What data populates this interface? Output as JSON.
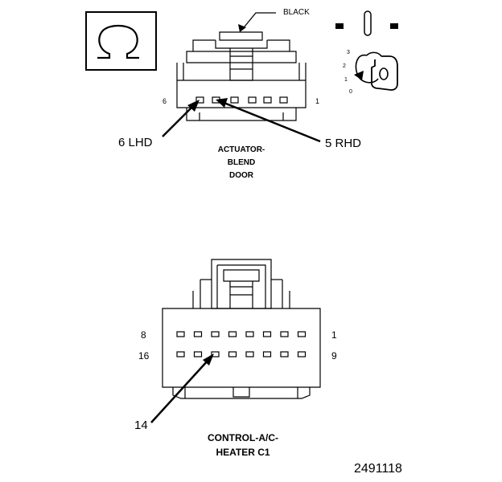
{
  "connector1": {
    "wire_color": "BLACK",
    "pin_left": "6",
    "pin_right": "1",
    "callout_left": "6 LHD",
    "callout_right": "5 RHD",
    "name_line1": "ACTUATOR-",
    "name_line2": "BLEND",
    "name_line3": "DOOR"
  },
  "connector2": {
    "row1_left": "8",
    "row1_right": "1",
    "row2_left": "16",
    "row2_right": "9",
    "callout": "14",
    "name_line1": "CONTROL-A/C-",
    "name_line2": "HEATER C1"
  },
  "key_positions": [
    "3",
    "2",
    "1",
    "0"
  ],
  "figure_id": "2491118",
  "icons": [
    "omega-symbol-icon",
    "ignition-key-icon"
  ]
}
